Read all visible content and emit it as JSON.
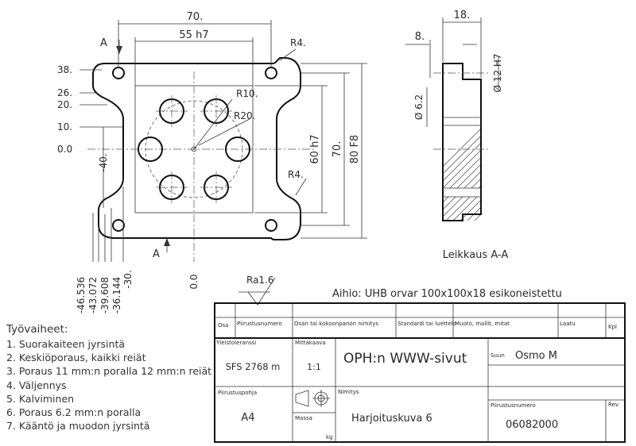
{
  "dims": {
    "w70": "70.",
    "w55": "55 h7",
    "r4_top": "R4.",
    "r4_bot": "R4.",
    "r10": "R10.",
    "r20": "R20.",
    "h60": "60 h7",
    "h70": "70.",
    "h80": "80 F8",
    "y38": "38.",
    "y26": "26.",
    "y20": "20.",
    "y10": "10.",
    "y0": "0.0",
    "x40": "-40.",
    "x0": "0.0",
    "xs": [
      "-46.536",
      "-43.072",
      "-39.608",
      "-36.144",
      "-30."
    ],
    "s18": "18.",
    "s8": "8.",
    "d12": "Ø 12 H7",
    "d62": "Ø 6.2",
    "sec_a": "A",
    "sec_a2": "A"
  },
  "section_label": "Leikkaus A-A",
  "roughness": "Ra1.6",
  "blank_note": "Aihio: UHB orvar 100x100x18 esikoneistettu",
  "steps": {
    "heading": "Työvaiheet:",
    "items": [
      "1. Suorakaiteen jyrsintä",
      "2. Keskiöporaus, kaikki reiät",
      "3. Poraus 11 mm:n poralla 12 mm:n reiät",
      "4. Väljennys",
      "5. Kalviminen",
      "6. Poraus 6.2 mm:n poralla",
      "7. Kääntö ja muodon jyrsintä"
    ]
  },
  "title_block": {
    "osa": "Osa",
    "piirustusnumero_h": "Piirustusnumero",
    "osan_nimitys": "Osan tai kokoonpanon nimitys",
    "standardi": "Standardi tai luettelo",
    "muoto": "Muoto, mallit, mitat",
    "laatu": "Laatu",
    "kpl": "Kpl",
    "yleistoleranssi_h": "Yleistoleranssi",
    "yleistoleranssi": "SFS 2768 m",
    "mittakaava_h": "Mittakaava",
    "mittakaava": "1:1",
    "org": "OPH:n WWW-sivut",
    "suun_h": "Suun",
    "suun": "Osmo M",
    "piirustuspohja_h": "Piirustuspohja",
    "piirustuspohja": "A4",
    "nimitys_h": "Nimitys",
    "nimitys": "Harjoituskuva 6",
    "massa_h": "Massa",
    "kg": "kg",
    "piir_no_h": "Piirustusnumero",
    "piir_no": "06082000",
    "rev_h": "Rev"
  }
}
